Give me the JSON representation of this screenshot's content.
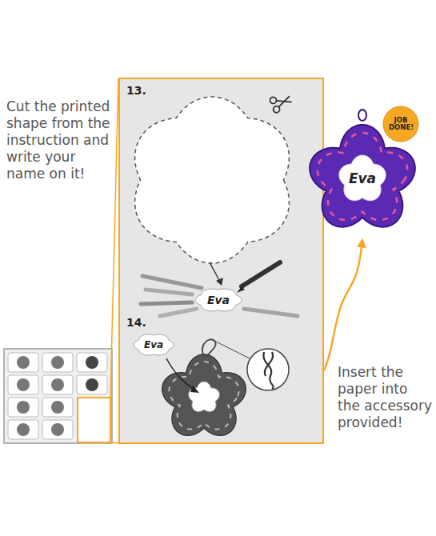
{
  "diagram": {
    "nodes": [
      {
        "text": [
          "13.",
          "14."
        ]
      },
      {
        "text": [
          "Eva"
        ],
        "in": 0
      },
      {
        "text": [
          "Eva"
        ],
        "in": 0
      },
      {
        "text": [
          "Eva"
        ]
      },
      {
        "text": [
          "JOB DONE!"
        ]
      }
    ],
    "edges": [
      {
        "from": 0,
        "to": 3,
        "arrow": "to"
      }
    ],
    "labels": [
      "Cut the printed shape from the instruction and write your name on it!",
      "Insert the paper into the accessory provided!"
    ]
  }
}
